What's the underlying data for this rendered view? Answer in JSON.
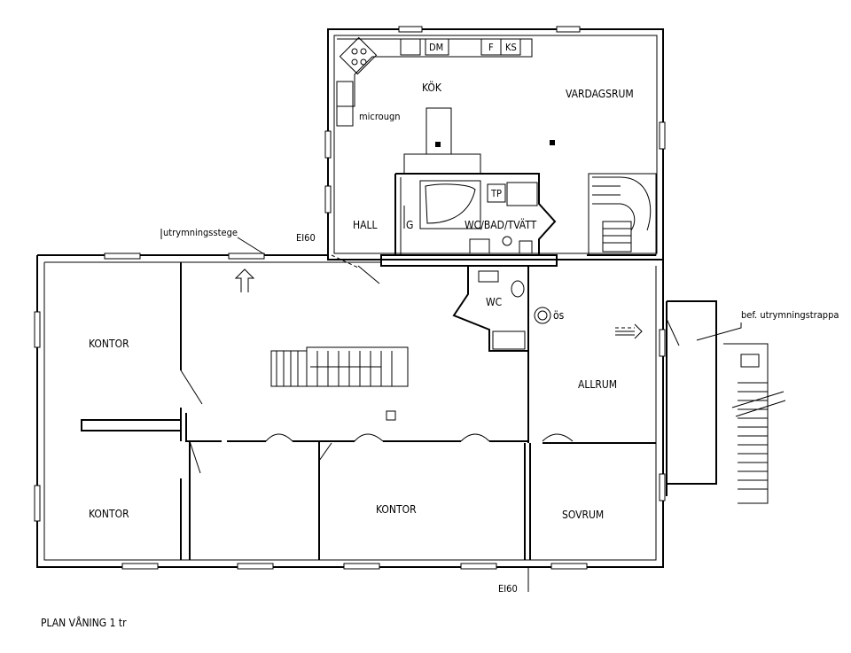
{
  "plan_title": "PLAN VÅNING 1 tr",
  "rooms": {
    "kok": "KÖK",
    "vardagsrum": "VARDAGSRUM",
    "microugn": "microugn",
    "hall": "HALL",
    "g": "G",
    "wc_bad_tvatt": "WC/BAD/TVÄTT",
    "tp": "TP",
    "wc": "WC",
    "os": "ös",
    "allrum": "ALLRUM",
    "kontor_top_left": "KONTOR",
    "kontor_bottom_left": "KONTOR",
    "kontor_center": "KONTOR",
    "sovrum": "SOVRUM"
  },
  "appliances": {
    "dm": "DM",
    "f": "F",
    "ks": "KS"
  },
  "notes": {
    "utrymningsstege": "utrymningsstege",
    "ei60_top": "EI60",
    "ei60_bottom": "EI60",
    "bef_utrymningstrappa": "bef. utrymningstrappa"
  }
}
